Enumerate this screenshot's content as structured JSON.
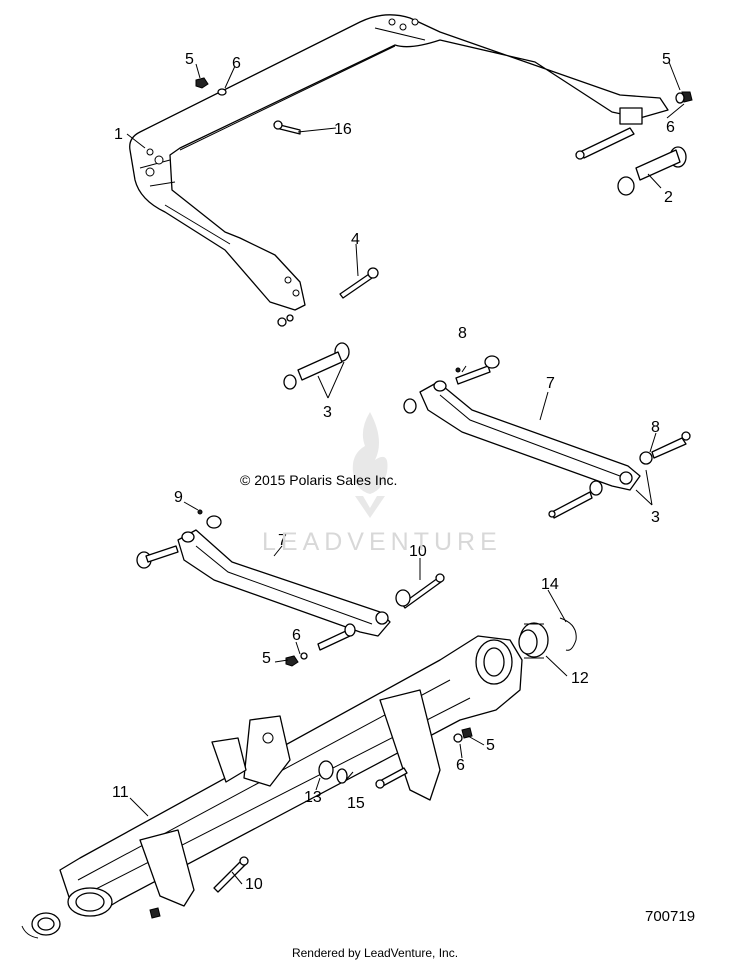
{
  "diagram": {
    "callouts": [
      {
        "id": "c1",
        "text": "1"
      },
      {
        "id": "c2",
        "text": "2"
      },
      {
        "id": "c3a",
        "text": "3"
      },
      {
        "id": "c3b",
        "text": "3"
      },
      {
        "id": "c4",
        "text": "4"
      },
      {
        "id": "c5a",
        "text": "5"
      },
      {
        "id": "c5b",
        "text": "5"
      },
      {
        "id": "c5c",
        "text": "5"
      },
      {
        "id": "c5d",
        "text": "5"
      },
      {
        "id": "c6a",
        "text": "6"
      },
      {
        "id": "c6b",
        "text": "6"
      },
      {
        "id": "c6c",
        "text": "6"
      },
      {
        "id": "c6d",
        "text": "6"
      },
      {
        "id": "c7a",
        "text": "7"
      },
      {
        "id": "c7b",
        "text": "7"
      },
      {
        "id": "c8a",
        "text": "8"
      },
      {
        "id": "c8b",
        "text": "8"
      },
      {
        "id": "c9",
        "text": "9"
      },
      {
        "id": "c10a",
        "text": "10"
      },
      {
        "id": "c10b",
        "text": "10"
      },
      {
        "id": "c11",
        "text": "11"
      },
      {
        "id": "c12",
        "text": "12"
      },
      {
        "id": "c13",
        "text": "13"
      },
      {
        "id": "c14",
        "text": "14"
      },
      {
        "id": "c15",
        "text": "15"
      },
      {
        "id": "c16",
        "text": "16"
      }
    ],
    "copyright": "© 2015 Polaris Sales Inc.",
    "watermark": "LEADVENTURE",
    "diagram_number": "700719",
    "rendered_by": "Rendered by LeadVenture, Inc."
  }
}
